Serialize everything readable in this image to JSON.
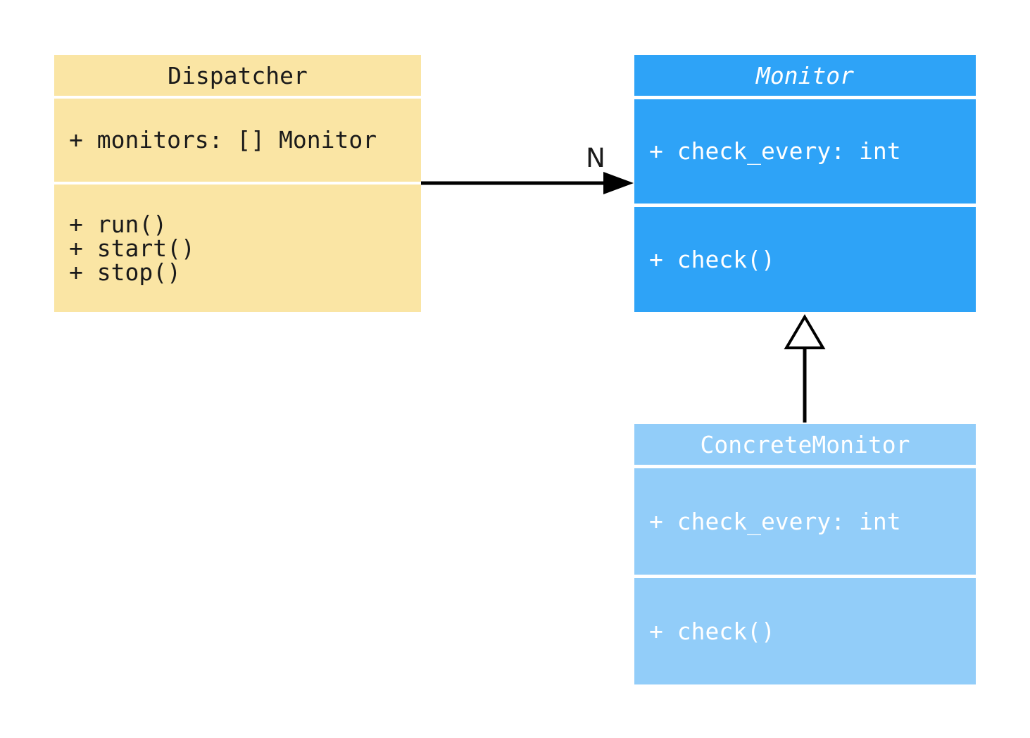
{
  "diagram": {
    "type": "uml-class-diagram",
    "background_color": "#ffffff",
    "classes": [
      {
        "name": "Dispatcher",
        "abstract": false,
        "fill": "#FAE5A4",
        "text_color": "#1a1a1a",
        "attributes": [
          "+ monitors: [] Monitor"
        ],
        "methods": [
          "+ run()",
          "+ start()",
          "+ stop()"
        ]
      },
      {
        "name": "Monitor",
        "abstract": true,
        "fill": "#2EA3F7",
        "text_color": "#ffffff",
        "attributes": [
          "+ check_every: int"
        ],
        "methods": [
          "+ check()"
        ]
      },
      {
        "name": "ConcreteMonitor",
        "abstract": false,
        "fill": "#92CDF9",
        "text_color": "#ffffff",
        "attributes": [
          "+ check_every: int"
        ],
        "methods": [
          "+ check()"
        ]
      }
    ],
    "relationships": [
      {
        "type": "association",
        "from": "Dispatcher",
        "to": "Monitor",
        "label": "N",
        "arrow_color": "#000000"
      },
      {
        "type": "inheritance",
        "from": "ConcreteMonitor",
        "to": "Monitor",
        "label": "",
        "arrow_color": "#000000"
      }
    ]
  }
}
